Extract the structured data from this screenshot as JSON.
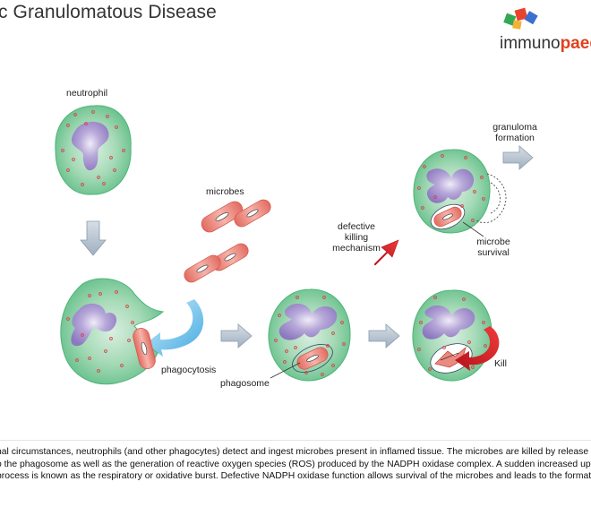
{
  "header": {
    "title": "c Granulomatous Disease",
    "brand_part1": "immuno",
    "brand_part2": "paed"
  },
  "diagram": {
    "labels": {
      "neutrophil": "neutrophil",
      "microbes": "microbes",
      "phagocytosis": "phagocytosis",
      "phagosome": "phagosome",
      "defective_line1": "defective",
      "defective_line2": "killing",
      "defective_line3": "mechanism",
      "granuloma_line1": "granuloma",
      "granuloma_line2": "formation",
      "survival_line1": "microbe",
      "survival_line2": "survival",
      "kill": "Kill"
    }
  },
  "caption": {
    "line1": "nal circumstances, neutrophils (and other phagocytes) detect and ingest microbes present in inflamed tissue. The microbes are killed by release of a",
    "line2": "o the phagosome as well as the generation of reactive oxygen species (ROS) produced by the NADPH oxidase complex.  A sudden increased uptake",
    "line3": "process is known as the respiratory or oxidative burst. Defective NADPH oxidase function allows survival of the microbes and leads to the formation of a"
  },
  "colors": {
    "cell_body": "#93d0a8",
    "cell_edge": "#3aa86a",
    "nucleus": "#9a86c6",
    "microbe": "#ef8b80",
    "arrow_grey": "#b8c6d2",
    "arrow_red": "#dd1e24",
    "arrow_blue": "#5ab9e8",
    "brand_accent": "#e2401c"
  }
}
